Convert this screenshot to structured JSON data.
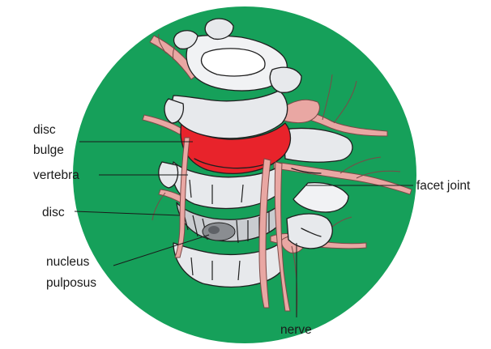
{
  "colors": {
    "background_circle": "#16a05a",
    "disc_bulge": "#e8232b",
    "bone": "#e7e9ec",
    "nerve": "#e9a7a3",
    "nucleus": "#8a8d91"
  },
  "labels": {
    "disc_bulge_line1": "disc",
    "disc_bulge_line2": "bulge",
    "vertebra": "vertebra",
    "disc": "disc",
    "nucleus_line1": "nucleus",
    "nucleus_line2": "pulposus",
    "facet_joint": "facet joint",
    "nerve": "nerve"
  }
}
